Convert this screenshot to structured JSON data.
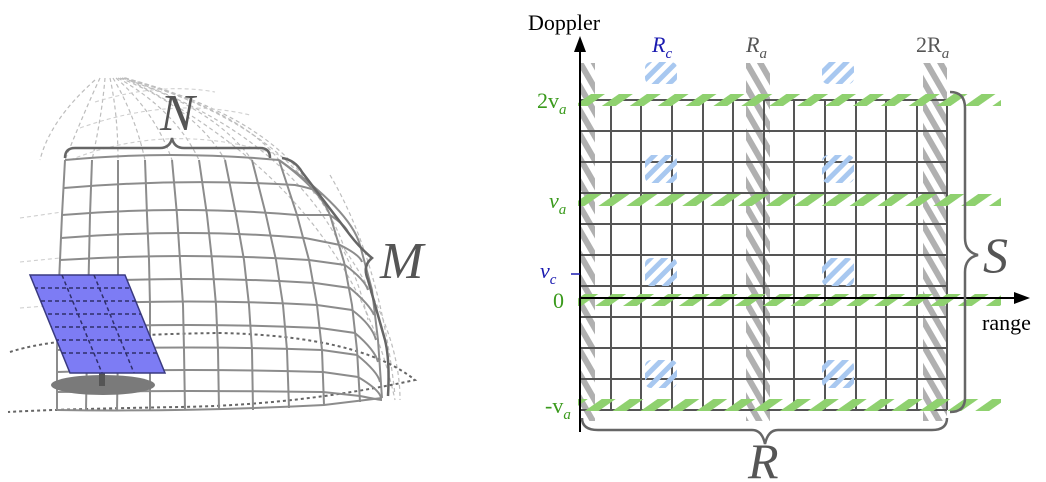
{
  "left_panel": {
    "labels": {
      "N": "N",
      "M": "M"
    },
    "colors": {
      "grid": "#8c8c8c",
      "dashed": "#bdbdbd",
      "panel": "#7d7cf4",
      "base": "#7a7a7a",
      "brace": "#666666"
    }
  },
  "right_panel": {
    "axes": {
      "y_label": "Doppler",
      "x_label": "range"
    },
    "column_labels": {
      "Rc": "R",
      "Rc_sub": "c",
      "Ra": "R",
      "Ra_sub": "a",
      "two_Ra_coef": "2R",
      "two_Ra_sub": "a"
    },
    "row_labels": {
      "two_va": "2v",
      "two_va_sub": "a",
      "va": "v",
      "va_sub": "a",
      "vc": "v",
      "vc_sub": "c",
      "zero": "0",
      "neg_va": "-v",
      "neg_va_sub": "a"
    },
    "brace_labels": {
      "S": "S",
      "R": "R"
    },
    "colors": {
      "grid": "#555555",
      "green": "#3a9a1c",
      "green_hatch": "#8fd16f",
      "gray_hatch": "#b0b0b0",
      "blue": "#1a1ab0",
      "blue_hatch": "#a8c8f0",
      "brace": "#666666"
    }
  }
}
